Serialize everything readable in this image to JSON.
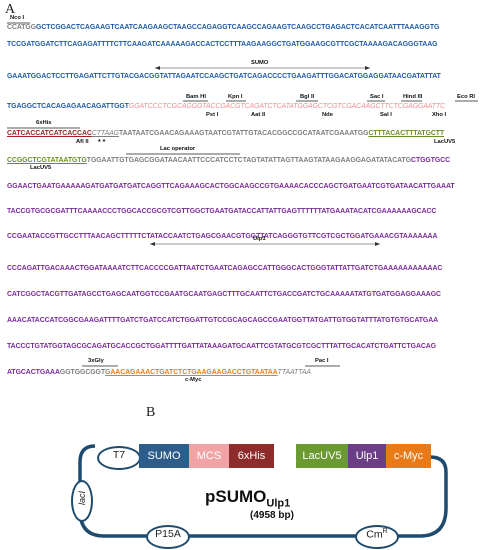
{
  "panel_a": {
    "label": "A",
    "lines": [
      [
        {
          "t": "CCATGG",
          "c": "c-gray"
        },
        {
          "t": "GCTCGGACTCAGAAGTCAATCAAGAAGCTAAGCCAGAGGTCAAGCCAGAAGTCAAGCCTGAGACTCACATCAATTTAAAGGTG",
          "c": "c-blue"
        }
      ],
      [
        {
          "t": "TCCGATGGATCTTCAGAGATTTTCTTCAAGATCAAAAAGACCACTCCTTTAAGAAGGCTGATGGAAGCGTTCGCTAAAAGACAGGGTAAG",
          "c": "c-blue"
        }
      ],
      [
        {
          "t": "GAAATGGACTCCTTGAGATTCTTGTACGACGGTATTAGAATCCAAGCTGATCAGACCCCTGAAGATTTGGACATGGAGGATAACGATATTAT",
          "c": "c-blue"
        }
      ],
      [
        {
          "t": "TGAGGCTCACAGAGAACAGATTGGT",
          "c": "c-blue"
        },
        {
          "t": "GGATCCCTCGCAGGGTACCGACGTCAGATCTCATATGGAGCTCGTCGACAAGCTTCTCGAGGAATTC",
          "c": "c-pink"
        }
      ],
      [
        {
          "t": "CATCACCATCATCACCAC",
          "c": "c-red ul"
        },
        {
          "t": "CTTAAG",
          "c": "c-gray it ul"
        },
        {
          "t": "TAATAATCGAACAGAAAGTAATCGTATTGTACACGGCCGCATAATCGAAATGG",
          "c": "c-gray"
        },
        {
          "t": "CTTTACACTTTATGCTT",
          "c": "c-green ul"
        }
      ],
      [
        {
          "t": "CCGGCTCGTATAATGTG",
          "c": "c-green ul"
        },
        {
          "t": "TGGAATTGTGAGCGGATAACAATTCC",
          "c": "c-gray"
        },
        {
          "t": "CATCCTCTAGTATATTAGTTAAGTATAAGAAGGAGATATACATG",
          "c": "c-gray"
        },
        {
          "t": "CTGGTGCC",
          "c": "c-purple"
        }
      ],
      [
        {
          "t": "GGAACTGAATGAAAAAGATGATGATGATCAGGTTCAGAAAGCACTGGCAAGCCGTGAAAACACCCAGCTGATGAATCGTGATAACATTGAAAT",
          "c": "c-purple"
        }
      ],
      [
        {
          "t": "TACCGTGCGCGATTTCAAAACCCTGGCACCGCGTCGTTGGCTGAATGATACCATTATTGAGTTTTTTATGAAATACATCGAAAAAAGCACC",
          "c": "c-purple"
        }
      ],
      [
        {
          "t": "CCGAATACCGTTGCCTTTAACAGCTTTTTCTATACCAATCTGAGCGAACGTGGTTATCAGGGTGTTCGTCGCTGGATGAAACGTAAAAAAA",
          "c": "c-purple"
        }
      ],
      [
        {
          "t": "CCCAGATTGACAAACTGGATAAAATCTTCACCCCGATTAATCTGAATCAGAGCCATTGGGCACTGGGTATTATTGATCTGAAAAAAAAAAAC",
          "c": "c-purple"
        }
      ],
      [
        {
          "t": "CATCGGCTACGTTGATAGCCTGAGCAATGGTCCGAATGCAATGAGCTTTGCAATTCTGACCGATCTGCAAAAATATGTGATGGAGGAAAGC",
          "c": "c-purple"
        }
      ],
      [
        {
          "t": "AAACATACCATCGGCGAAGATTTTGATCTGATCCATCTGGATTGTCCGCAGCAGCCGAATGGTTATGATTGTGGTATTTATGTGTGCATGAA",
          "c": "c-purple"
        }
      ],
      [
        {
          "t": "TACCCTGTATGGTAGCGCAGATGCACCGCTGGATTTTGATTATAAAGATGCAATTCGTATGCGTCGCTTTATTGCACATCTGATTCTGACAG",
          "c": "c-purple"
        }
      ],
      [
        {
          "t": "ATGCACTGAAA",
          "c": "c-purple"
        },
        {
          "t": "GGTGGCGGT",
          "c": "c-gray"
        },
        {
          "t": "GAACAGAAACTGATCTCTGAAGAAGACCTGTAATAA",
          "c": "c-orange ul"
        },
        {
          "t": "TTAATTAA",
          "c": "c-gray it"
        }
      ]
    ],
    "annotations": {
      "ncoi": "Nco I",
      "sumo": "SUMO",
      "bamhi": "Bam HI",
      "kpni": "Kpn I",
      "bglii": "Bgl II",
      "saci": "Sac I",
      "hindiii": "Hind III",
      "ecori": "Eco RI",
      "psti": "Pst I",
      "aatii": "Aat II",
      "nde": "Nde",
      "sali": "Sal I",
      "xhoi": "Xho I",
      "sixhis": "6xHis",
      "aflii": "Afl II",
      "stars": "*  *",
      "lacop": "Lac operator",
      "lacuv5a": "LacUV5",
      "lacuv5b": "LacUV5",
      "ulp1": "Ulp1",
      "threexgly": "3xGly",
      "paci": "Pac I",
      "cmyc": "c-Myc"
    }
  },
  "panel_b": {
    "label": "B",
    "segments": [
      {
        "label": "SUMO",
        "color": "#2e5d8c"
      },
      {
        "label": "MCS",
        "color": "#f2a3a6"
      },
      {
        "label": "6xHis",
        "color": "#8e2b2b"
      },
      {
        "label": "LacUV5",
        "color": "#6b9a32"
      },
      {
        "label": "Ulp1",
        "color": "#6b3e86"
      },
      {
        "label": "c-Myc",
        "color": "#e97a1a"
      }
    ],
    "t7": "T7",
    "laci": "lacI",
    "p15a": "P15A",
    "cmr": "Cm",
    "cmr_sup": "R",
    "plasmid_name": "pSUMO",
    "plasmid_sub": "Ulp1",
    "plasmid_size": "(4958 bp)",
    "outline_color": "#1e4b6e"
  }
}
